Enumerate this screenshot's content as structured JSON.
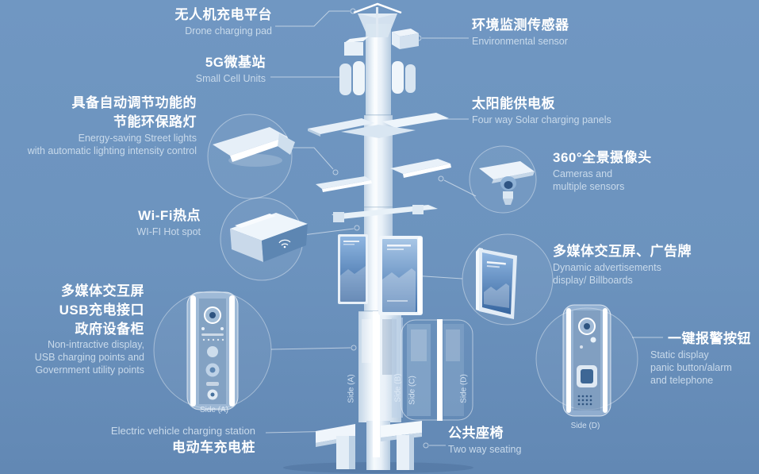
{
  "callouts": {
    "drone": {
      "zh": "无人机充电平台",
      "en": "Drone charging pad"
    },
    "small_cell": {
      "zh": "5G微基站",
      "en": "Small Cell Units"
    },
    "street_light": {
      "zh": [
        "具备自动调节功能的",
        "节能环保路灯"
      ],
      "en": [
        "Energy-saving Street lights",
        "with automatic lighting intensity control"
      ]
    },
    "wifi": {
      "zh": "Wi-Fi热点",
      "en": "WI-FI Hot spot"
    },
    "utility": {
      "zh": [
        "多媒体交互屏",
        "USB充电接口",
        "政府设备柜"
      ],
      "en": [
        "Non-intractive display,",
        "USB charging points and",
        "Government utility points"
      ]
    },
    "ev": {
      "en": "Electric vehicle charging station",
      "zh": "电动车充电桩"
    },
    "env_sensor": {
      "zh": "环境监测传感器",
      "en": "Environmental sensor"
    },
    "solar": {
      "zh": "太阳能供电板",
      "en": "Four way Solar charging panels"
    },
    "camera": {
      "zh": "360°全景摄像头",
      "en": [
        "Cameras and",
        "multiple sensors"
      ]
    },
    "billboard": {
      "zh": "多媒体交互屏、广告牌",
      "en": [
        "Dynamic advertisements",
        "display/ Billboards"
      ]
    },
    "panic": {
      "zh": "一键报警按钮",
      "en": [
        "Static display",
        "panic button/alarm",
        "and telephone"
      ]
    },
    "seating": {
      "zh": "公共座椅",
      "en": "Two way seating"
    }
  },
  "side_labels": {
    "a": "Side (A)",
    "b": "Side (B)",
    "c": "Side (C)",
    "d": "Side (D)"
  },
  "colors": {
    "background": "#6c93be",
    "heading_text": "#ffffff",
    "subtext": "#c9daeb",
    "connector_line": "rgba(255,255,255,0.55)",
    "screen_blue": "#3f6fae"
  }
}
